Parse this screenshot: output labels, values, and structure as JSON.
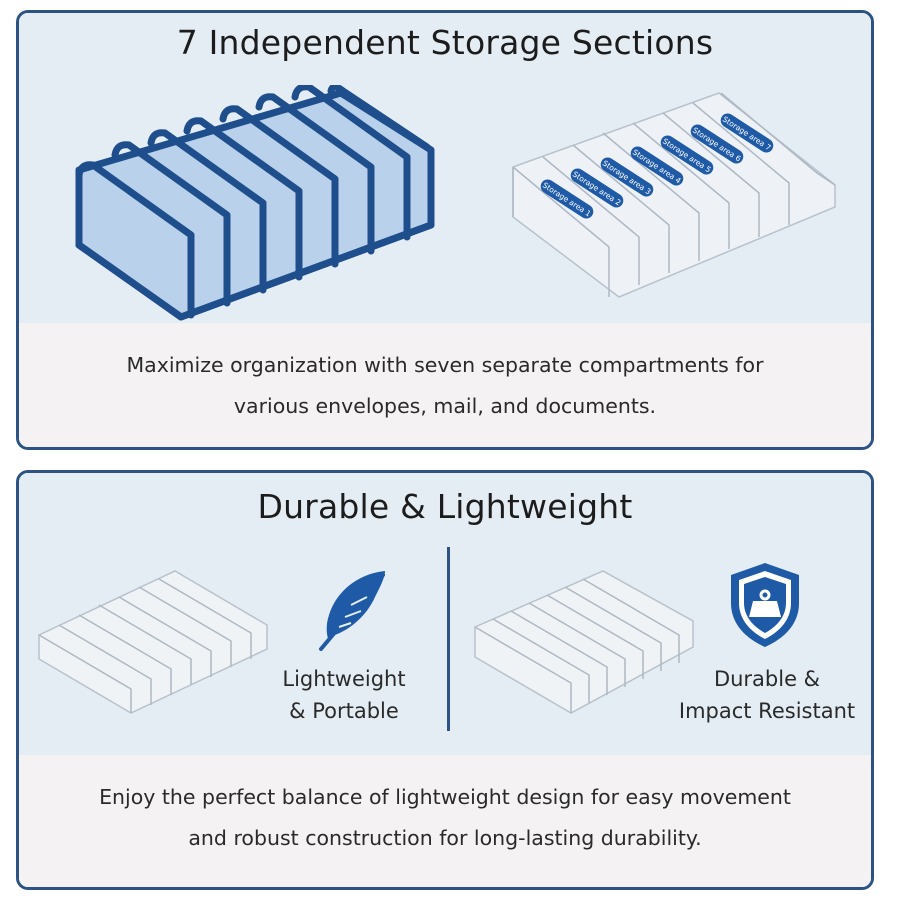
{
  "section1": {
    "title": "7 Independent Storage Sections",
    "storage_labels": [
      "Storage area 1",
      "Storage area 2",
      "Storage area 3",
      "Storage area 4",
      "Storage area 5",
      "Storage area 6",
      "Storage area 7"
    ],
    "description_line1": "Maximize organization with seven separate compartments for",
    "description_line2": "various envelopes, mail, and documents."
  },
  "section2": {
    "title": "Durable & Lightweight",
    "feature_left": {
      "line1": "Lightweight",
      "line2": "& Portable",
      "icon": "feather-icon"
    },
    "feature_right": {
      "line1": "Durable &",
      "line2": "Impact Resistant",
      "icon": "shield-weight-icon"
    },
    "description_line1": "Enjoy the perfect balance of lightweight design for easy movement",
    "description_line2": "and robust construction for long-lasting durability."
  },
  "colors": {
    "border": "#2c5383",
    "accent": "#1f5aa6",
    "panel_top": "#e5edf4",
    "panel_bottom": "#f5f2f3"
  }
}
